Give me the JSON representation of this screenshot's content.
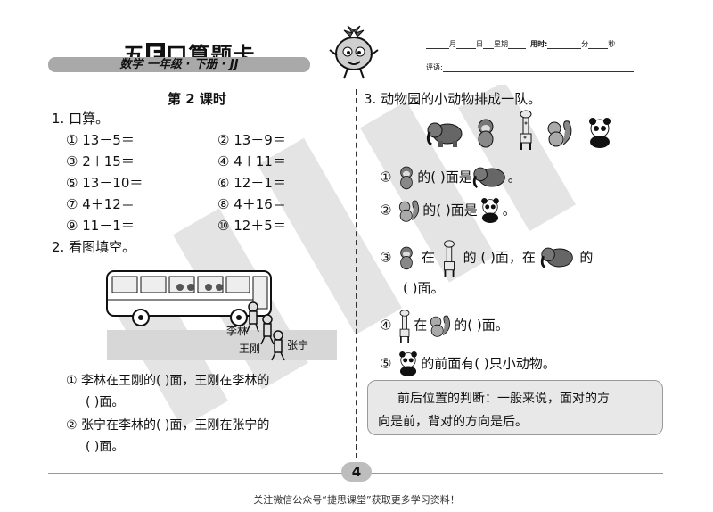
{
  "header": {
    "brand_prefix": "五",
    "brand_e": "E",
    "brand_suffix": "口算题卡",
    "subtitle": "数学 一年级 · 下册 · JJ",
    "date_month": "月",
    "date_day": "日",
    "date_week": "星期",
    "time_label": "用时:",
    "time_minute": "分",
    "time_second": "秒",
    "review_label": "评语:"
  },
  "lesson_title": "第 2 课时",
  "q1": {
    "title": "1. 口算。",
    "items": [
      "① 13－5＝",
      "② 13－9＝",
      "③ 2＋15＝",
      "④ 4＋11＝",
      "⑤ 13－10＝",
      "⑥ 12－1＝",
      "⑦ 4＋12＝",
      "⑧ 4＋16＝",
      "⑨ 11－1＝",
      "⑩ 12＋5＝"
    ]
  },
  "q2": {
    "title": "2. 看图填空。",
    "names": [
      "李林",
      "王刚",
      "张宁"
    ],
    "line1a": "① 李林在王刚的(        )面，王刚在李林的",
    "line1b": "(      )面。",
    "line2a": "② 张宁在李林的(        )面，王刚在张宁的",
    "line2b": "(      )面。"
  },
  "q3": {
    "title": "3. 动物园的小动物排成一队。",
    "row1a": "①",
    "row1b": "的(        )面是",
    "row1c": "。",
    "row2a": "②",
    "row2b": "的(        )面是",
    "row2c": "。",
    "row3a": "③",
    "row3b": "在",
    "row3c": "的 (            )面，在",
    "row3d": "的",
    "row3e": "(      )面。",
    "row4a": "④",
    "row4b": "在",
    "row4c": "的(        )面。",
    "row5a": "⑤",
    "row5b": "的前面有(        )只小动物。"
  },
  "tip": {
    "line1": "前后位置的判断：一般来说，面对的方",
    "line2": "向是前，背对的方向是后。"
  },
  "page_number": "4",
  "footer": "关注微信公众号“捷思课堂”获取更多学习资料！",
  "colors": {
    "bar_gray": "#a9a9a9",
    "tip_bg": "#e8e8e8",
    "ink": "#111111"
  }
}
